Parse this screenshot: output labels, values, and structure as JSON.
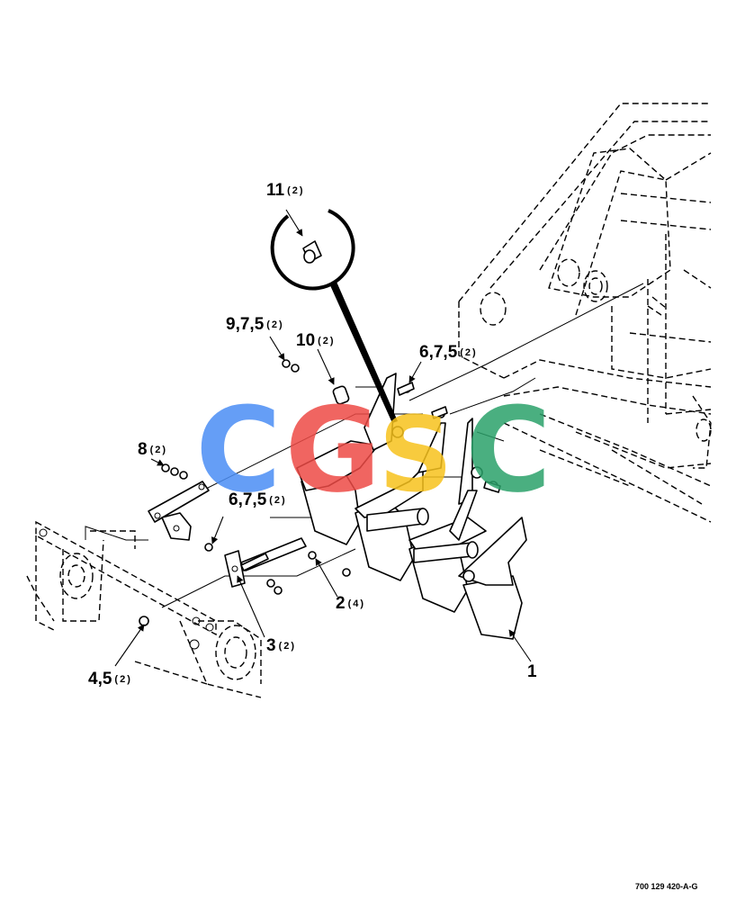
{
  "callouts": [
    {
      "id": "c11",
      "number": "11",
      "qty": "(2)"
    },
    {
      "id": "c975",
      "number": "9,7,5",
      "qty": "(2)"
    },
    {
      "id": "c10",
      "number": "10",
      "qty": "(2)"
    },
    {
      "id": "c675a",
      "number": "6,7,5",
      "qty": "(2)"
    },
    {
      "id": "c8",
      "number": "8",
      "qty": "(2)"
    },
    {
      "id": "c675b",
      "number": "6,7,5",
      "qty": "(2)"
    },
    {
      "id": "c2",
      "number": "2",
      "qty": "(4)"
    },
    {
      "id": "c3",
      "number": "3",
      "qty": "(2)"
    },
    {
      "id": "c45",
      "number": "4,5",
      "qty": "(2)"
    },
    {
      "id": "c1",
      "number": "1",
      "qty": ""
    }
  ],
  "drawing_number": "700 129 420-A-G",
  "watermark": {
    "letters": [
      "C",
      "G",
      "S",
      "C"
    ],
    "colors": [
      "#4b8ef5",
      "#ee4b46",
      "#f7c21d",
      "#2ba26a"
    ]
  }
}
